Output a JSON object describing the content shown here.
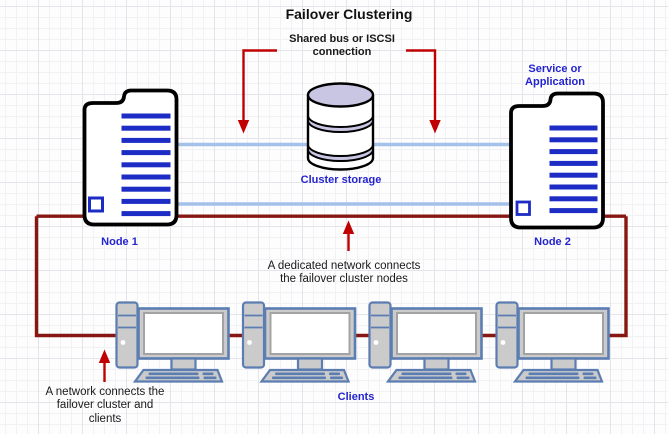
{
  "title": "Failover Clustering",
  "annotations": {
    "shared_bus": "Shared bus or ISCSI\nconnection",
    "dedicated_network": "A dedicated network connects\nthe failover cluster nodes",
    "client_network": "A network connects the\nfailover cluster and\nclients"
  },
  "labels": {
    "service": "Service or\nApplication",
    "storage": "Cluster storage",
    "node1": "Node 1",
    "node2": "Node 2",
    "clients": "Clients"
  },
  "colors": {
    "node_bar_blue": "#1c2cc4",
    "label_blue": "#2424cf",
    "connection_light_blue": "#a4c2e9",
    "network_dark_red": "#861713",
    "arrow_red": "#c00101",
    "client_fill": "#cbcbcb",
    "client_border": "#5b7db1",
    "storage_accent": "#c9c6e3",
    "text_black": "#1a1a1a"
  }
}
